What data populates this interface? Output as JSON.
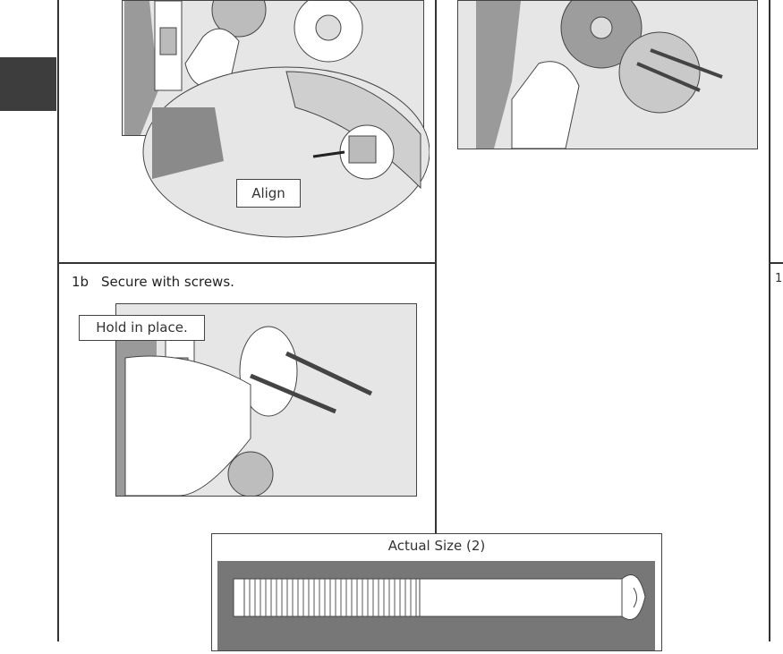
{
  "step_1b": {
    "number": "1b",
    "instruction": "Secure with screws."
  },
  "callouts": {
    "align": "Align",
    "hold_in_place": "Hold in place."
  },
  "actual_size": {
    "title": "Actual Size (2)"
  },
  "edge_fragment": "1"
}
